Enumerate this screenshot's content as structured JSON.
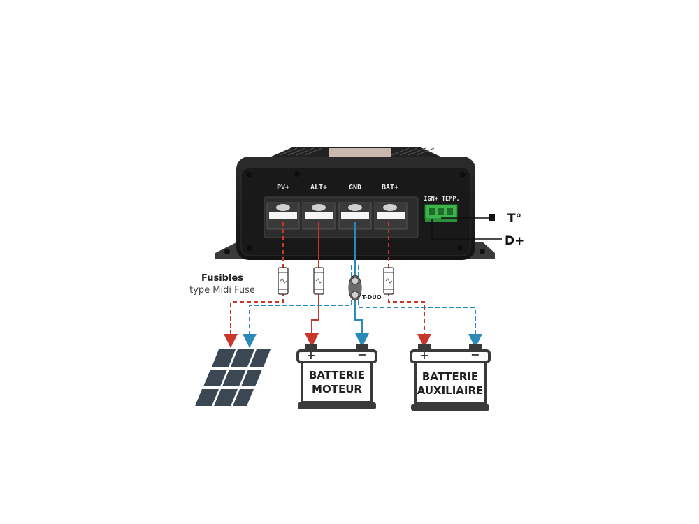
{
  "device": {
    "terminals": [
      "PV+",
      "ALT+",
      "GND",
      "BAT+"
    ],
    "connector_label": "IGN+ TEMP."
  },
  "wires": {
    "temp_label": "T°",
    "dplus_label": "D+"
  },
  "fuses": {
    "title": "Fusibles",
    "subtitle": "type Midi Fuse"
  },
  "tduo_label": "T-DUO",
  "batteries": {
    "engine": {
      "line1": "BATTERIE",
      "line2": "MOTEUR"
    },
    "auxiliary": {
      "line1": "BATTERIE",
      "line2": "AUXILIAIRE"
    }
  },
  "colors": {
    "positive": "#c8382a",
    "negative": "#2a8ab8",
    "device_body": "#1e1e1e",
    "connector": "#3cb44b",
    "battery_outline": "#3a3a3a",
    "solar_panel": "#3b4752"
  }
}
